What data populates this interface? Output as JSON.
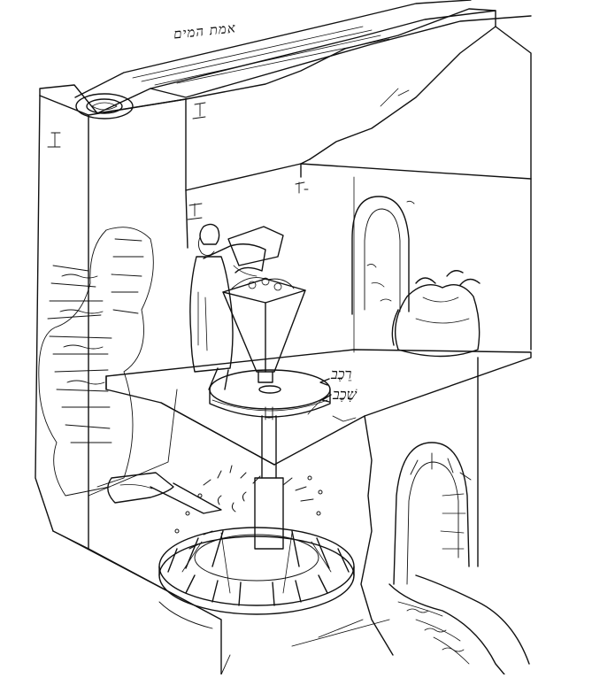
{
  "labels": {
    "water_channel": "אמת המים",
    "upper_millstone": "רֵכֶב",
    "lower_millstone": "שֶׁכֶב"
  },
  "colors": {
    "ink": "#111111",
    "paper": "#ffffff"
  }
}
